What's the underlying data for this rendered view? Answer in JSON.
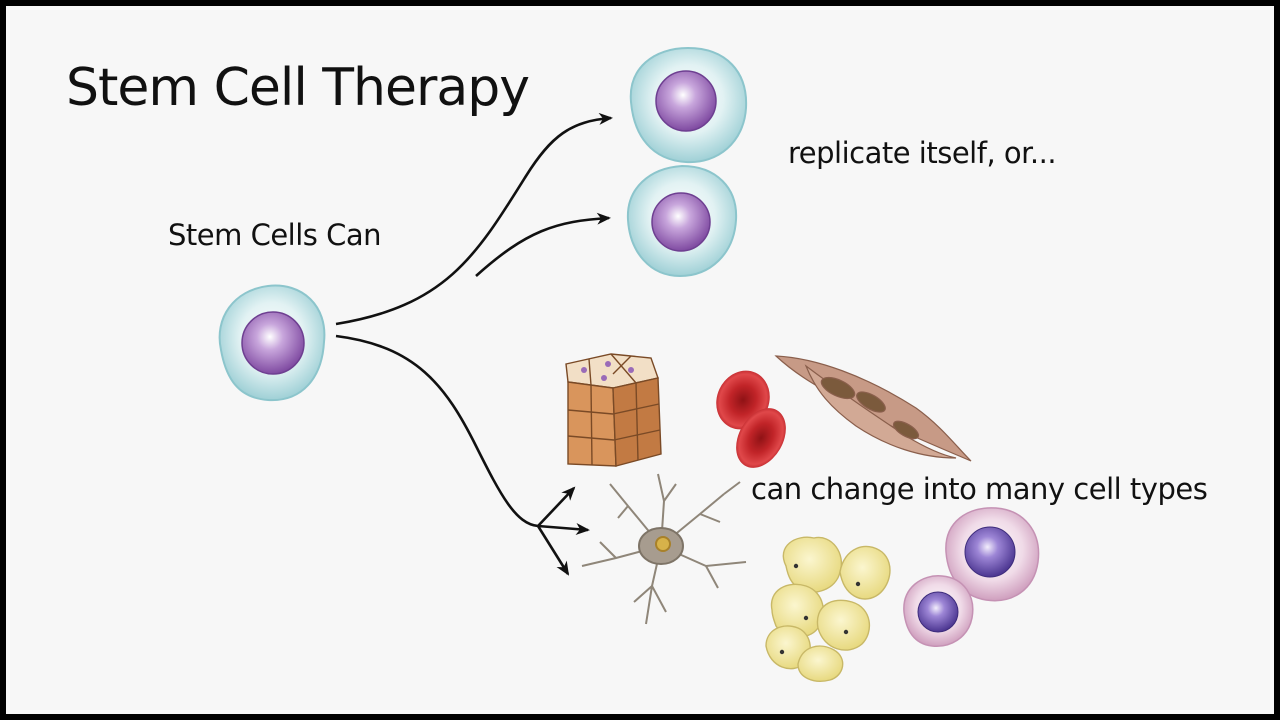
{
  "title": "Stem Cell Therapy",
  "labels": {
    "stem_cells": "Stem Cells Can",
    "replicate": "replicate itself, or...",
    "differentiate": "can change into many cell types"
  },
  "colors": {
    "cytoplasm": "#bfe3e6",
    "nucleus": "#9a6bb8",
    "red_blood_cell": "#c8282c",
    "fat_cell": "#f3eaa0",
    "muscle_cell": "#c79a86",
    "epithelial_cell": "#d9955c",
    "immune_cell": "#e4bfd6",
    "neuron": "#a79c8f"
  },
  "icons": [
    "stem-cell",
    "daughter-stem-cell",
    "epithelial-cells",
    "red-blood-cells",
    "smooth-muscle-cells",
    "neuron",
    "fat-cells",
    "immune-cells"
  ]
}
